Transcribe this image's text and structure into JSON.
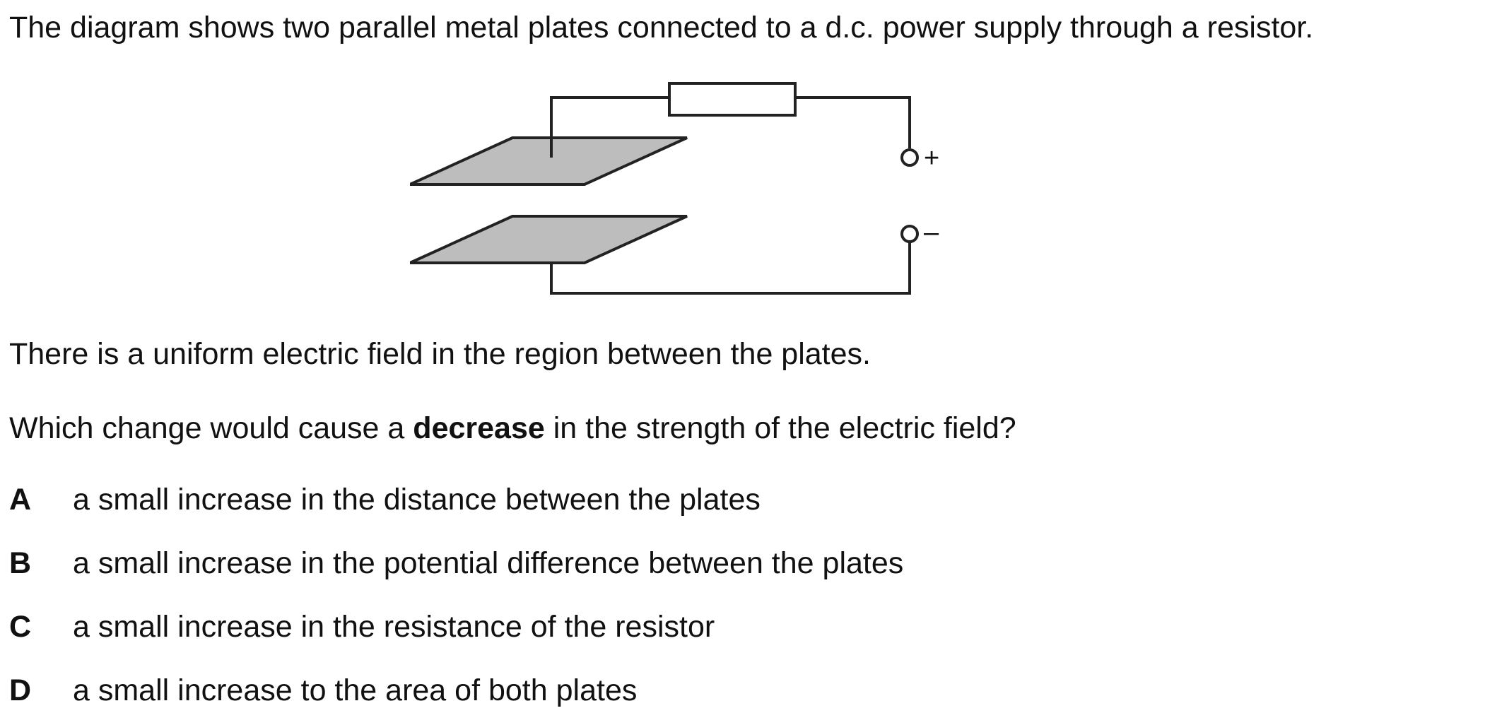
{
  "question": {
    "intro": "The diagram shows two parallel metal plates connected to a d.c. power supply through a resistor.",
    "statement": "There is a uniform electric field in the region between the plates.",
    "prompt_before": "Which change would cause a ",
    "prompt_bold": "decrease",
    "prompt_after": " in the strength of the electric field?"
  },
  "diagram": {
    "plus_label": "+",
    "minus_label": "–",
    "plate_color": "#bdbdbd"
  },
  "options": [
    {
      "letter": "A",
      "text": "a small increase in the distance between the plates"
    },
    {
      "letter": "B",
      "text": "a small increase in the potential difference between the plates"
    },
    {
      "letter": "C",
      "text": "a small increase in the resistance of the resistor"
    },
    {
      "letter": "D",
      "text": "a small increase to the area of both plates"
    }
  ]
}
